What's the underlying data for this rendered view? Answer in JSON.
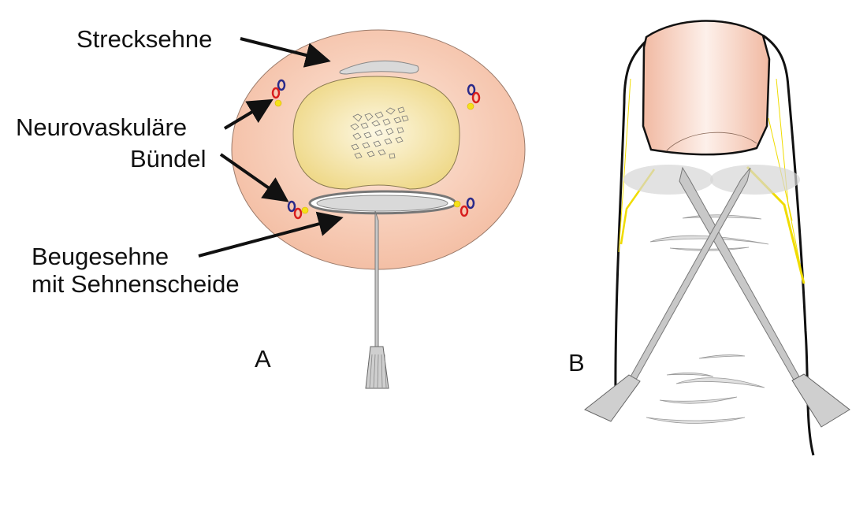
{
  "panel_a": {
    "labels": {
      "extensor_tendon": "Strecksehne",
      "neurovascular_1": "Neurovaskuläre",
      "neurovascular_2": "Bündel",
      "flexor_tendon_1": "Beugesehne",
      "flexor_tendon_2": "mit Sehnenscheide"
    },
    "panel_letter": "A"
  },
  "panel_b": {
    "panel_letter": "B"
  },
  "colors": {
    "skin": "#f4bfa5",
    "bone": "#f0dc8c",
    "tendon": "#d9d9d9",
    "artery": "#d81e1e",
    "vein": "#2a2a8a",
    "nerve": "#f5e11a"
  }
}
